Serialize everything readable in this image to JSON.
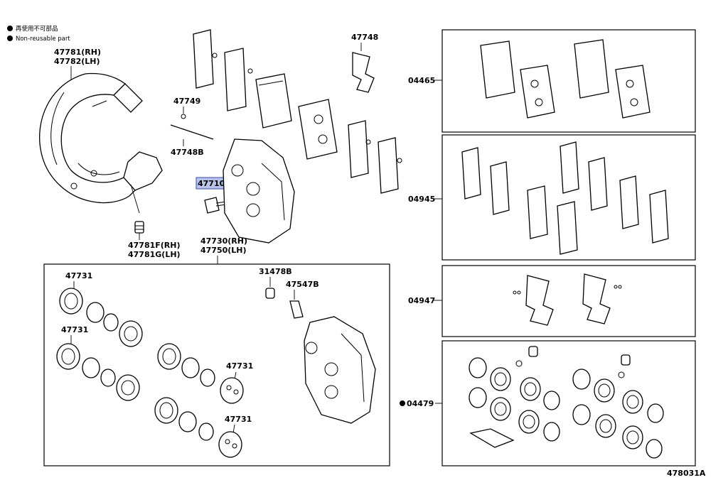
{
  "legend": {
    "reuse_note": "再使用不可部品",
    "nonreusable_note": "Non-reusable part"
  },
  "labels": {
    "shield_rh": "47781(RH)",
    "shield_lh": "47782(LH)",
    "bolt_rh": "47781F(RH)",
    "bolt_lh": "47781G(LH)",
    "p47749": "47749",
    "p47748b": "47748B",
    "p47748": "47748",
    "p47710a": "47710A",
    "caliper_rh": "47730(RH)",
    "caliper_lh": "47750(LH)",
    "p47731_a": "47731",
    "p47731_b": "47731",
    "p47731_c": "47731",
    "p47731_d": "47731",
    "p31478b": "31478B",
    "p47547b": "47547B",
    "kit_04465": "04465",
    "kit_04945": "04945",
    "kit_04947": "04947",
    "kit_04479": "04479",
    "figure_id": "478031A"
  },
  "colors": {
    "highlight_fill": "#b9c3ea",
    "highlight_stroke": "#3b4fae",
    "line": "#000000"
  }
}
